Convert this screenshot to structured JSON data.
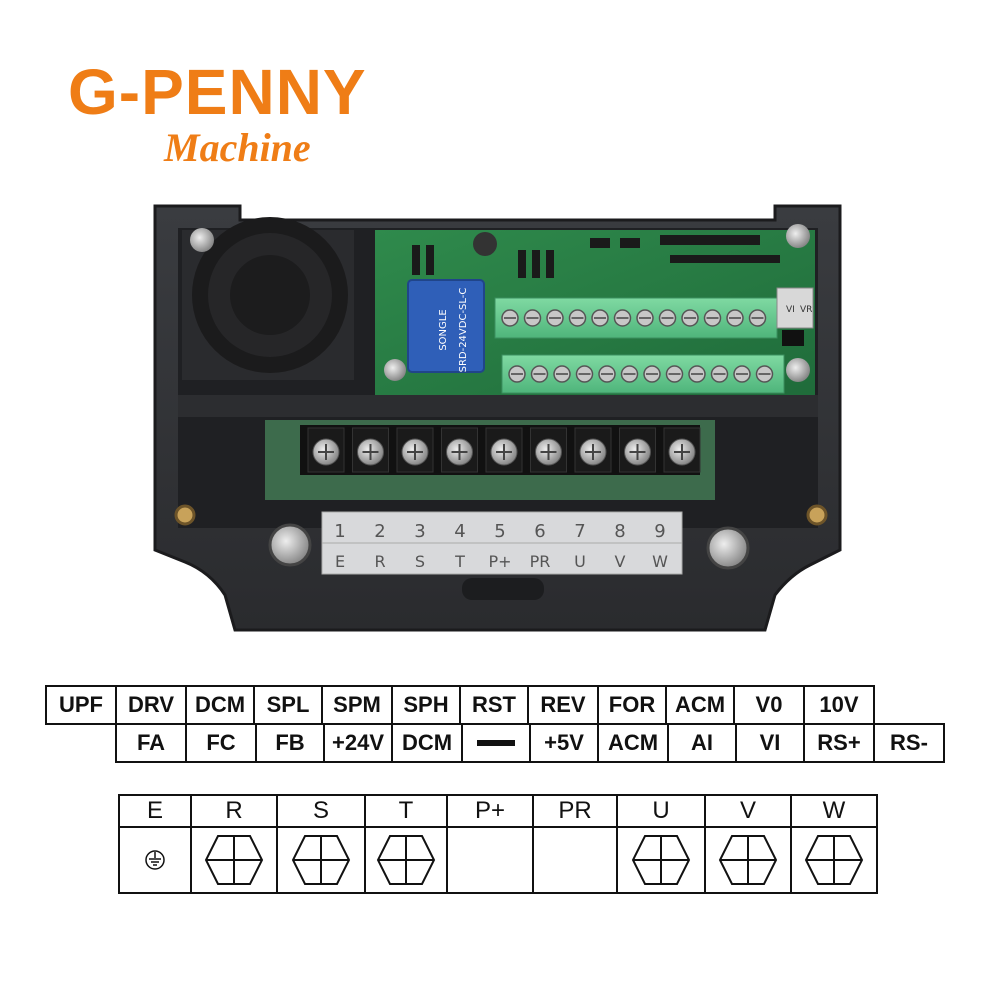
{
  "brand": {
    "name": "G-PENNY",
    "subtitle": "Machine",
    "color": "#ef7d16"
  },
  "photo": {
    "description_icon": "vfd-terminal-board-photo",
    "terminal_numbers": [
      "1",
      "2",
      "3",
      "4",
      "5",
      "6",
      "7",
      "8",
      "9"
    ],
    "terminal_labels": [
      "E",
      "R",
      "S",
      "T",
      "P+",
      "PR",
      "U",
      "V",
      "W"
    ],
    "relay_text": [
      "SONGLE",
      "SRD-24VDC-SL-C"
    ],
    "jumper_labels": [
      "VI",
      "VR"
    ]
  },
  "control_terminals": {
    "top_row": [
      "UPF",
      "DRV",
      "DCM",
      "SPL",
      "SPM",
      "SPH",
      "RST",
      "REV",
      "FOR",
      "ACM",
      "V0",
      "10V"
    ],
    "bottom_row": [
      "FA",
      "FC",
      "FB",
      "+24V",
      "DCM",
      "—",
      "+5V",
      "ACM",
      "AI",
      "VI",
      "RS+",
      "RS-"
    ]
  },
  "power_terminals": {
    "labels": [
      "E",
      "R",
      "S",
      "T",
      "P+",
      "PR",
      "U",
      "V",
      "W"
    ],
    "symbols": [
      "ground-icon",
      "hexagon-terminal-icon",
      "hexagon-terminal-icon",
      "hexagon-terminal-icon",
      "",
      "",
      "hexagon-terminal-icon",
      "hexagon-terminal-icon",
      "hexagon-terminal-icon"
    ]
  }
}
